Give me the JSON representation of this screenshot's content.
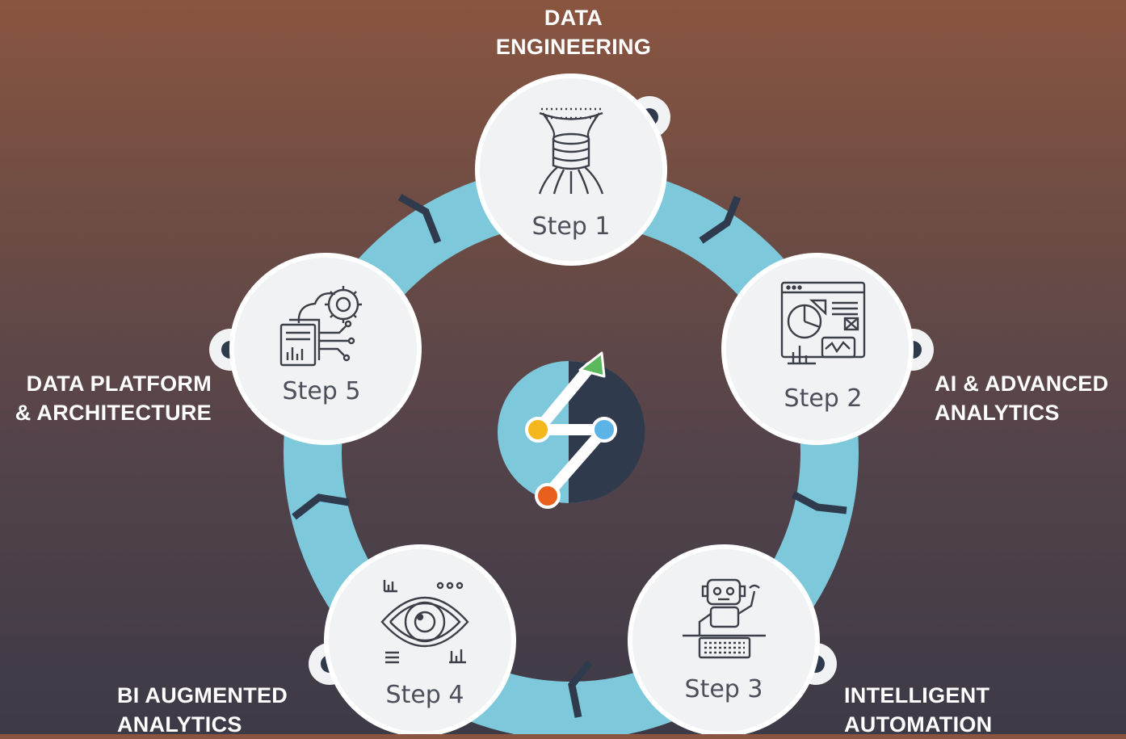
{
  "stages": [
    {
      "step_label": "Step 1",
      "title_line1": "DATA",
      "title_line2": "ENGINEERING",
      "icon": "database-icon"
    },
    {
      "step_label": "Step 2",
      "title_line1": "AI & ADVANCED",
      "title_line2": "ANALYTICS",
      "icon": "analytics-dashboard-icon"
    },
    {
      "step_label": "Step 3",
      "title_line1": "INTELLIGENT",
      "title_line2": "AUTOMATION",
      "icon": "robot-icon"
    },
    {
      "step_label": "Step 4",
      "title_line1": "BI AUGMENTED",
      "title_line2": "ANALYTICS",
      "icon": "eye-analytics-icon"
    },
    {
      "step_label": "Step 5",
      "title_line1": "DATA PLATFORM",
      "title_line2": "& ARCHITECTURE",
      "icon": "cloud-gear-icon"
    }
  ],
  "colors": {
    "ring": "#7ec8db",
    "chevron": "#2f3a4d",
    "circle_fill": "#f1f2f4",
    "logo_dark": "#2f3a4d",
    "logo_light": "#7ec8db",
    "dot_yellow": "#f4b81e",
    "dot_blue": "#5bb4e5",
    "dot_orange": "#e8601c",
    "arrow_green": "#5cb85c"
  },
  "center_logo": "flow-logo-icon"
}
